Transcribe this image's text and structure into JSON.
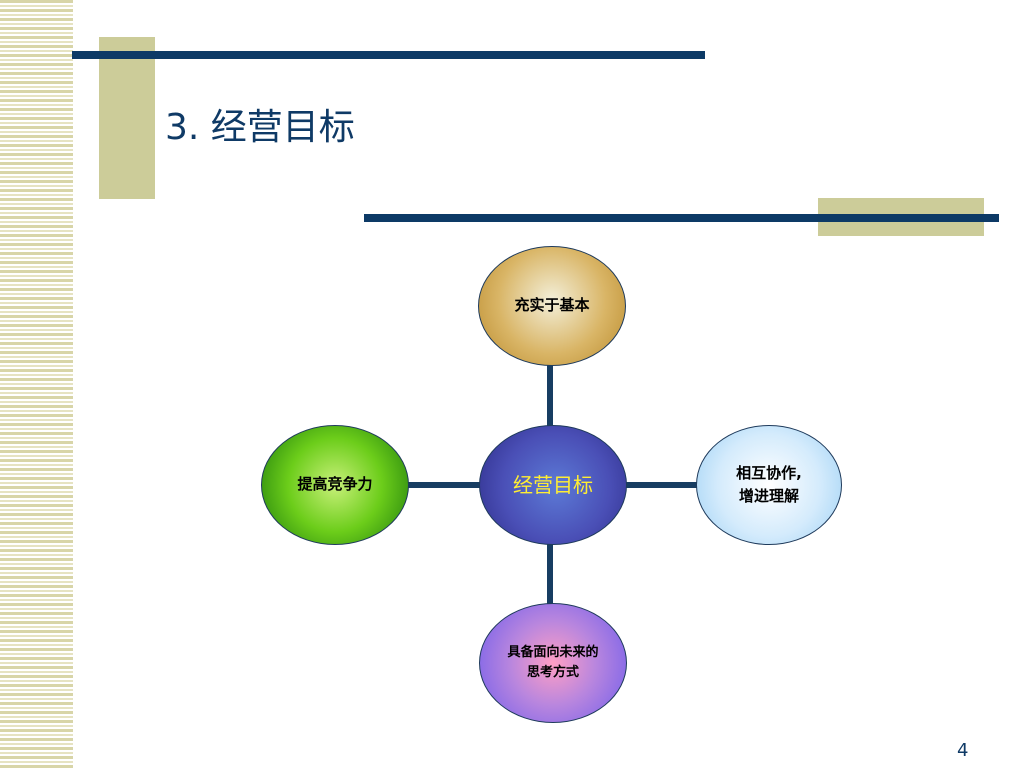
{
  "slide": {
    "title": "3. 经营目标",
    "page_number": "4"
  },
  "diagram": {
    "center": "经营目标",
    "top": "充实于基本",
    "left": "提高竞争力",
    "right_line1": "相互协作,",
    "right_line2": "增进理解",
    "bottom_line1": "具备面向未来的",
    "bottom_line2": "思考方式"
  },
  "colors": {
    "title": "#0f3a66",
    "rule": "#0d3a66",
    "accent_block": "#cccc99",
    "center_text": "#ffee33"
  }
}
